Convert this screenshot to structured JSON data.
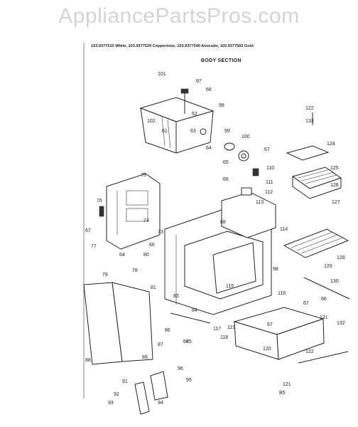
{
  "watermark": "AppliancePartsPros.com",
  "models_line": "103.9377510 White,  103.9377520 Coppertone,  103.9377540 Avocado,  103.9377560 Gold",
  "section_title": "BODY SECTION",
  "page_code": "B5",
  "callouts": [
    "101",
    "97",
    "66",
    "98",
    "102",
    "62",
    "61",
    "63",
    "99",
    "64",
    "100",
    "65",
    "67",
    "110",
    "66",
    "111",
    "112",
    "113",
    "122",
    "133",
    "124",
    "125",
    "126",
    "127",
    "128",
    "129",
    "75",
    "76",
    "67",
    "77",
    "74",
    "73",
    "66",
    "64",
    "68",
    "114",
    "79",
    "80",
    "78",
    "81",
    "98",
    "115",
    "116",
    "130",
    "66",
    "67",
    "131",
    "83",
    "84",
    "86",
    "66",
    "85",
    "117",
    "118",
    "119",
    "67",
    "120",
    "132",
    "122",
    "121",
    "88",
    "89",
    "87",
    "96",
    "95",
    "91",
    "92",
    "93",
    "94"
  ]
}
